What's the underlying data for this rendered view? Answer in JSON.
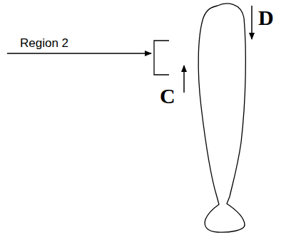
{
  "diagram": {
    "labels": [
      "Region 2",
      "C",
      "D"
    ]
  }
}
